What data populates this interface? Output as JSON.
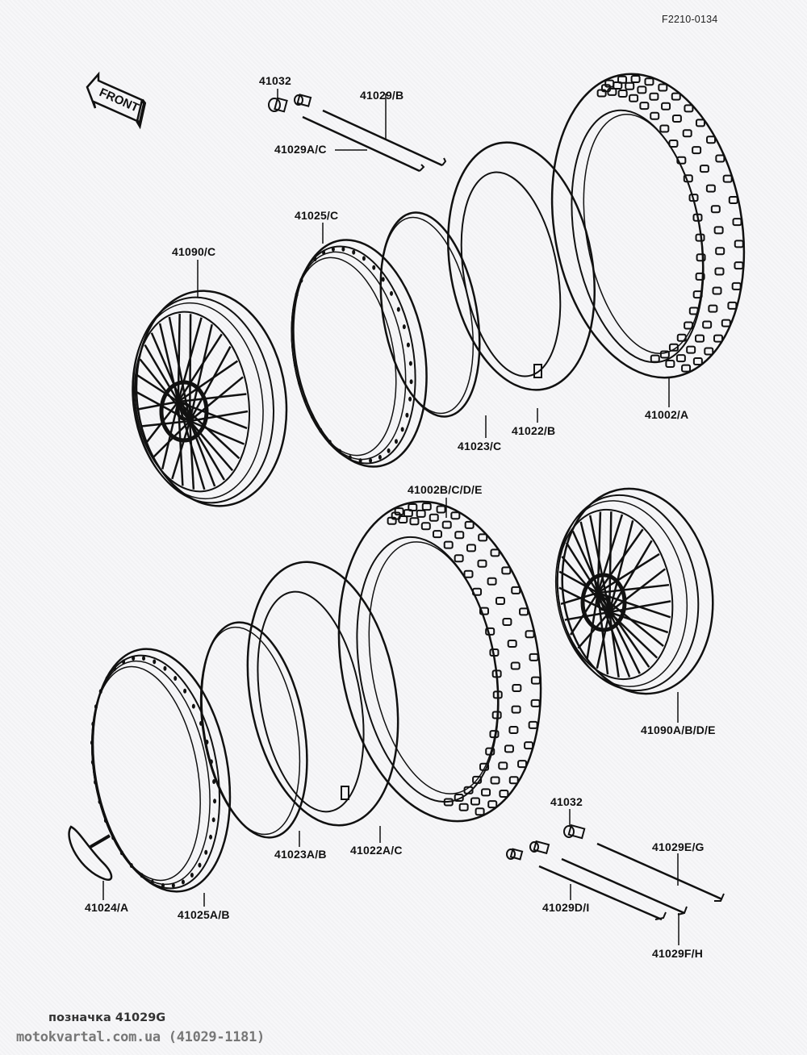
{
  "diagram": {
    "reference_code": "F2210-0134",
    "front_arrow_label": "FRONT",
    "parts": [
      {
        "id": "valve_cap_upper",
        "label": "41032"
      },
      {
        "id": "spoke_upper_b",
        "label": "41029/B"
      },
      {
        "id": "spoke_upper_ac",
        "label": "41029A/C"
      },
      {
        "id": "rim_front",
        "label": "41025/C"
      },
      {
        "id": "wheel_front",
        "label": "41090/C"
      },
      {
        "id": "rim_band_front",
        "label": "41023/C"
      },
      {
        "id": "tube_front",
        "label": "41022/B"
      },
      {
        "id": "tire_front",
        "label": "41002/A"
      },
      {
        "id": "tire_rear",
        "label": "41002B/C/D/E"
      },
      {
        "id": "wheel_rear",
        "label": "41090A/B/D/E"
      },
      {
        "id": "valve_cap_lower",
        "label": "41032"
      },
      {
        "id": "spoke_lower_eg",
        "label": "41029E/G"
      },
      {
        "id": "spoke_lower_di",
        "label": "41029D/I"
      },
      {
        "id": "spoke_lower_fh",
        "label": "41029F/H"
      },
      {
        "id": "rim_lock",
        "label": "41024/A"
      },
      {
        "id": "rim_rear",
        "label": "41025A/B"
      },
      {
        "id": "rim_band_rear",
        "label": "41023A/B"
      },
      {
        "id": "tube_rear",
        "label": "41022A/C"
      }
    ]
  },
  "footer": {
    "caption": "позначка 41029G",
    "site": "motokvartal.com.ua (41029-1181)"
  }
}
